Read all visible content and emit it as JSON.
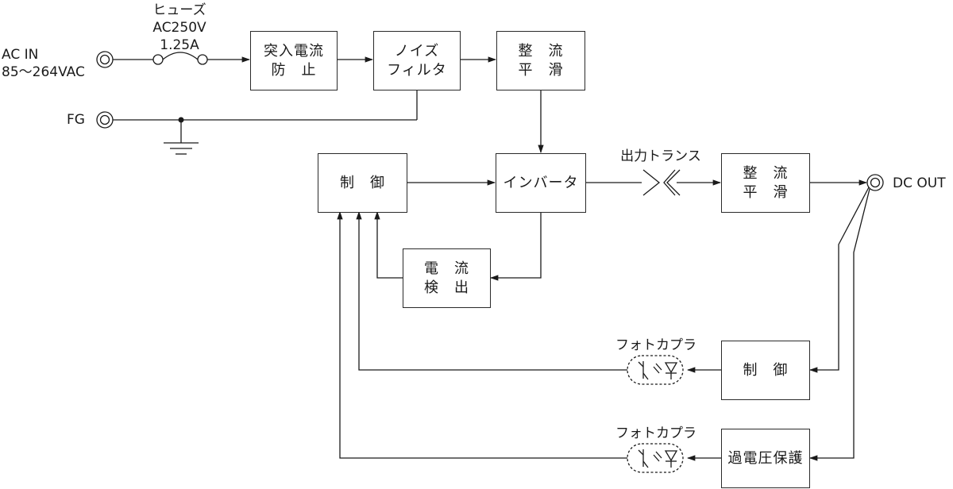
{
  "ac_in": {
    "line1": "AC IN",
    "line2": "85〜264VAC"
  },
  "fg": "FG",
  "fuse": {
    "line1": "ヒューズ",
    "line2": "AC250V",
    "line3": "1.25A"
  },
  "boxes": {
    "inrush": [
      "突入電流",
      "防　止"
    ],
    "noise_filter": [
      "ノイズ",
      "フィルタ"
    ],
    "rectifier1": [
      "整　流",
      "平　滑"
    ],
    "control_main": [
      "制　御"
    ],
    "inverter": [
      "インバータ"
    ],
    "rectifier2": [
      "整　流",
      "平　滑"
    ],
    "current_detect": [
      "電　流",
      "検　出"
    ],
    "control_fb": [
      "制　御"
    ],
    "ovp": [
      "過電圧保護"
    ]
  },
  "transformer_label": "出力トランス",
  "dc_out": "DC OUT",
  "photocoupler1": "フォトカプラ",
  "photocoupler2": "フォトカプラ"
}
